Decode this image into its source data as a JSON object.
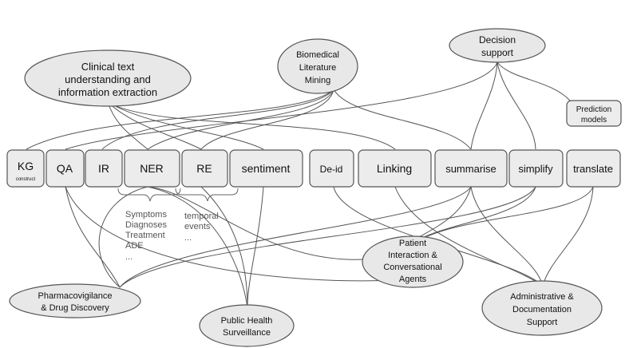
{
  "hubs": {
    "clinical": [
      "Clinical text",
      "understanding and",
      "information extraction"
    ],
    "biomedical": [
      "Biomedical",
      "Literature",
      "Mining"
    ],
    "decision": [
      "Decision",
      "support"
    ],
    "prediction": [
      "Prediction",
      "models"
    ]
  },
  "tasks": {
    "kg": "KG",
    "kg_sub": "construct",
    "qa": "QA",
    "ir": "IR",
    "ner": "NER",
    "re": "RE",
    "sentiment": "sentiment",
    "deid": "De-id",
    "linking": "Linking",
    "summarise": "summarise",
    "simplify": "simplify",
    "translate": "translate"
  },
  "ner_types": [
    "Symptoms",
    "Diagnoses",
    "Treatment",
    "ADE",
    "..."
  ],
  "re_types": [
    "temporal",
    "events",
    "..."
  ],
  "applications": {
    "pharmacovigilance": [
      "Pharmacovigilance",
      "& Drug Discovery"
    ],
    "public_health": [
      "Public Health",
      "Surveillance"
    ],
    "patient": [
      "Patient",
      "Interaction &",
      "Conversational",
      "Agents"
    ],
    "admin": [
      "Administrative &",
      "Documentation",
      "Support"
    ]
  }
}
